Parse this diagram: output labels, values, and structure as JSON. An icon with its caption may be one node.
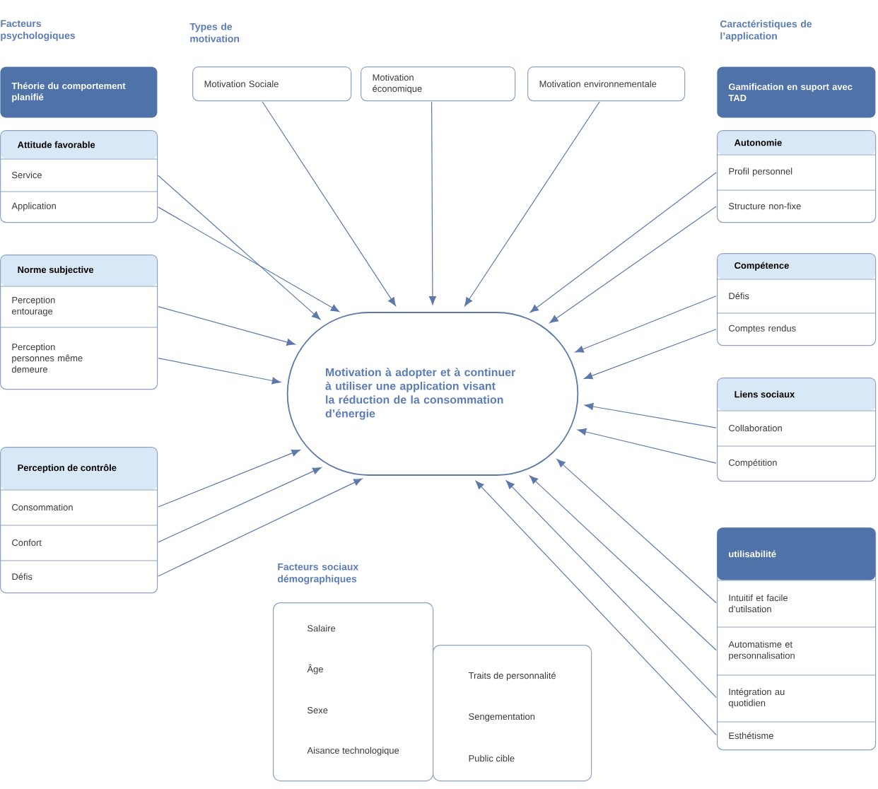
{
  "diagram": {
    "nodes": [
      {
        "text": [
          "Motivation à adopter et à continuer à utiliser une application visant la réduction de la consommation d’énergie"
        ]
      },
      {
        "text": [
          "Théorie du comportement planifié"
        ]
      },
      {
        "text": [
          "Attitude favorable"
        ]
      },
      {
        "text": [
          "Service"
        ],
        "in": 2
      },
      {
        "text": [
          "Application"
        ],
        "in": 2
      },
      {
        "text": [
          "Norme subjective"
        ]
      },
      {
        "text": [
          "Perception entourage"
        ],
        "in": 5
      },
      {
        "text": [
          "Perception personnes même demeure"
        ],
        "in": 5
      },
      {
        "text": [
          "Perception de contrôle"
        ]
      },
      {
        "text": [
          "Consommation"
        ],
        "in": 8
      },
      {
        "text": [
          "Confort"
        ],
        "in": 8
      },
      {
        "text": [
          "Défis"
        ],
        "in": 8
      },
      {
        "text": [
          "Motivation Sociale"
        ]
      },
      {
        "text": [
          "Motivation économique"
        ]
      },
      {
        "text": [
          "Motivation environnementale"
        ]
      },
      {
        "text": [
          "Gamification en suport avec TAD"
        ]
      },
      {
        "text": [
          "Autonomie"
        ]
      },
      {
        "text": [
          "Profil personnel"
        ],
        "in": 16
      },
      {
        "text": [
          "Structure non-fixe"
        ],
        "in": 16
      },
      {
        "text": [
          "Compétence"
        ]
      },
      {
        "text": [
          "Défis"
        ],
        "in": 19
      },
      {
        "text": [
          "Comptes rendus"
        ],
        "in": 19
      },
      {
        "text": [
          "Liens sociaux"
        ]
      },
      {
        "text": [
          "Collaboration"
        ],
        "in": 22
      },
      {
        "text": [
          "Compétition"
        ],
        "in": 22
      },
      {
        "text": [],
        "shape": "box"
      },
      {
        "text": [
          "utilisabilité"
        ],
        "in": 25
      },
      {
        "text": [
          "Intuitif et facile d’utilsation"
        ],
        "in": 25
      },
      {
        "text": [
          "Automatisme et personnalisation"
        ],
        "in": 25
      },
      {
        "text": [
          "Intégration au quotidien"
        ],
        "in": 25
      },
      {
        "text": [
          "Esthétisme"
        ],
        "in": 25
      },
      {
        "text": [
          "Salaire",
          "Âge",
          "Sexe",
          "Aisance technologique"
        ]
      },
      {
        "text": [
          "Traits de personnalité",
          "Sengementation",
          "Public cible"
        ]
      }
    ],
    "edges": [
      {
        "from": 3,
        "to": 0,
        "arrow": "to"
      },
      {
        "from": 4,
        "to": 0,
        "arrow": "to"
      },
      {
        "from": 12,
        "to": 0,
        "arrow": "to"
      },
      {
        "from": 13,
        "to": 0,
        "arrow": "to"
      },
      {
        "from": 14,
        "to": 0,
        "arrow": "to"
      },
      {
        "from": 17,
        "to": 0,
        "arrow": "to"
      },
      {
        "from": 18,
        "to": 0,
        "arrow": "to"
      },
      {
        "from": 6,
        "to": 0,
        "arrow": "to"
      },
      {
        "from": 7,
        "to": 0,
        "arrow": "to"
      },
      {
        "from": 20,
        "to": 0,
        "arrow": "to"
      },
      {
        "from": 21,
        "to": 0,
        "arrow": "to"
      },
      {
        "from": 23,
        "to": 0,
        "arrow": "to"
      },
      {
        "from": 24,
        "to": 0,
        "arrow": "to"
      },
      {
        "from": 9,
        "to": 0,
        "arrow": "to"
      },
      {
        "from": 10,
        "to": 0,
        "arrow": "to"
      },
      {
        "from": 11,
        "to": 0,
        "arrow": "to"
      },
      {
        "from": 27,
        "to": 0,
        "arrow": "to"
      },
      {
        "from": 28,
        "to": 0,
        "arrow": "to"
      },
      {
        "from": 29,
        "to": 0,
        "arrow": "to"
      },
      {
        "from": 30,
        "to": 0,
        "arrow": "to"
      }
    ],
    "labels": [
      "Facteurs psychologiques",
      "Types de motivation",
      "Caractéristiques de l’application",
      "Facteurs sociaux démographiques"
    ]
  }
}
